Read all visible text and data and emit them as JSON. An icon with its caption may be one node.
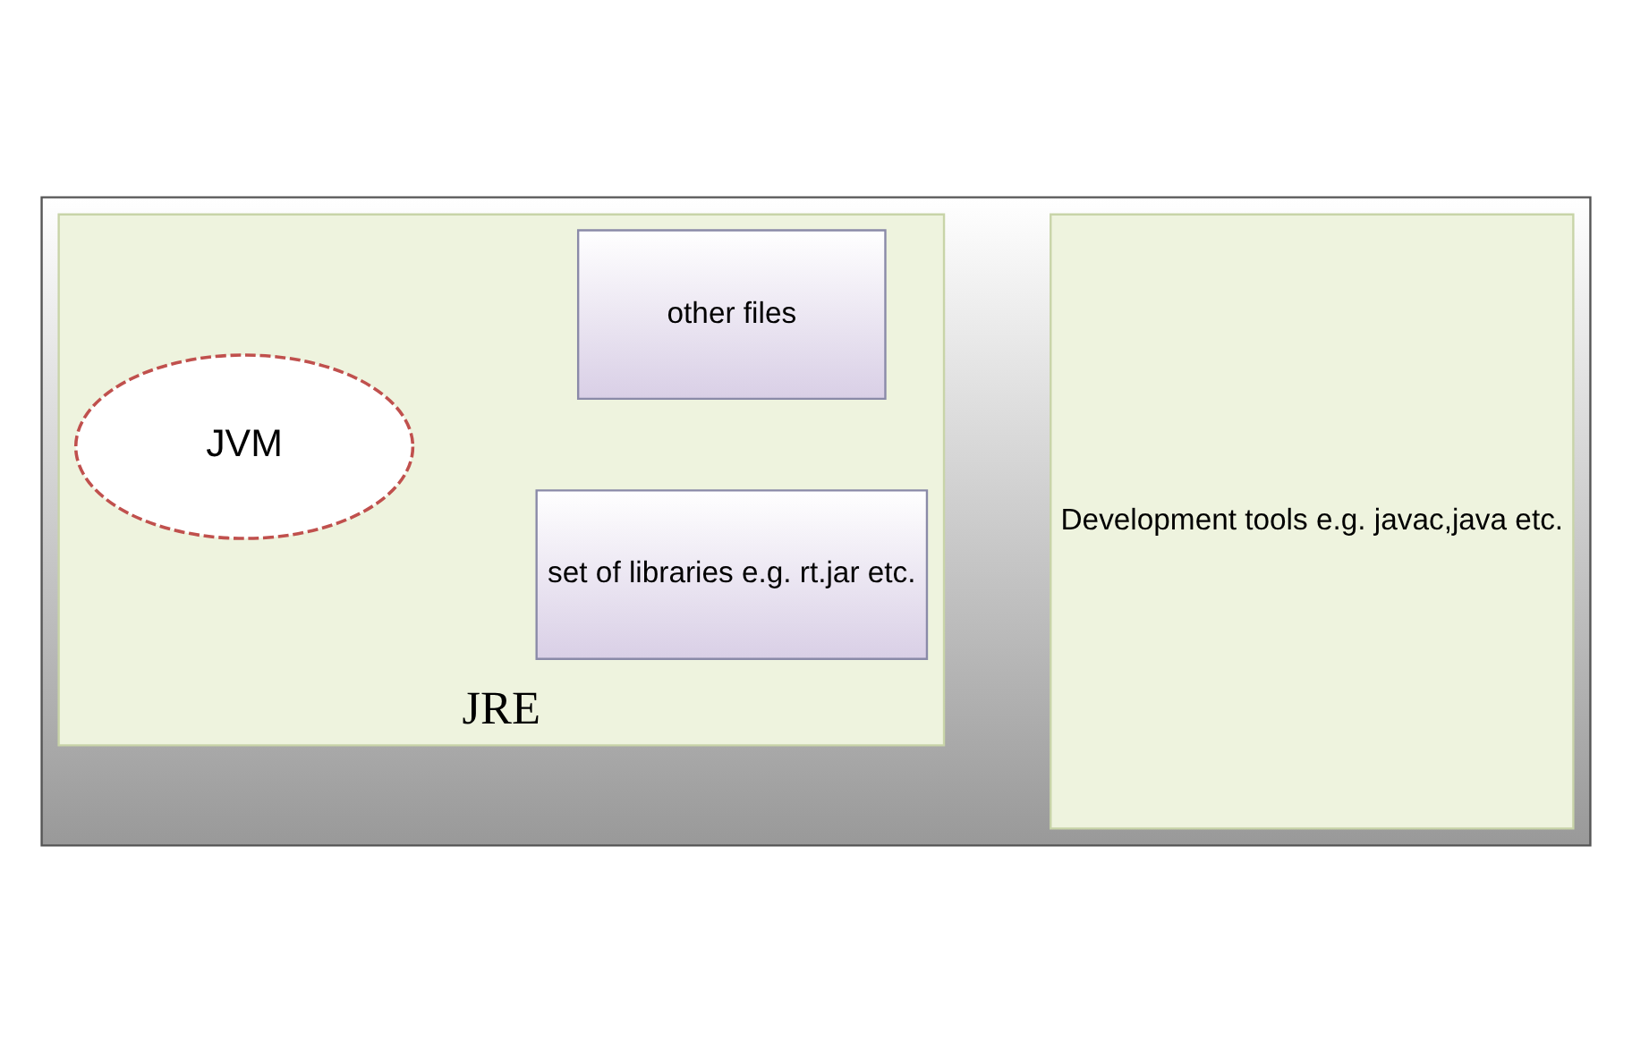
{
  "diagram": {
    "nodes": [
      {
        "text": [],
        "shape": "box"
      },
      {
        "text": [
          "JRE"
        ],
        "in": 0
      },
      {
        "text": [
          "JVM"
        ],
        "in": 1
      },
      {
        "text": [
          "set of libraries e.g. rt.jar etc."
        ],
        "in": 1
      },
      {
        "text": [
          "other files"
        ],
        "in": 1
      },
      {
        "text": [
          "Development tools e.g. javac,java etc."
        ],
        "in": 0
      }
    ]
  }
}
